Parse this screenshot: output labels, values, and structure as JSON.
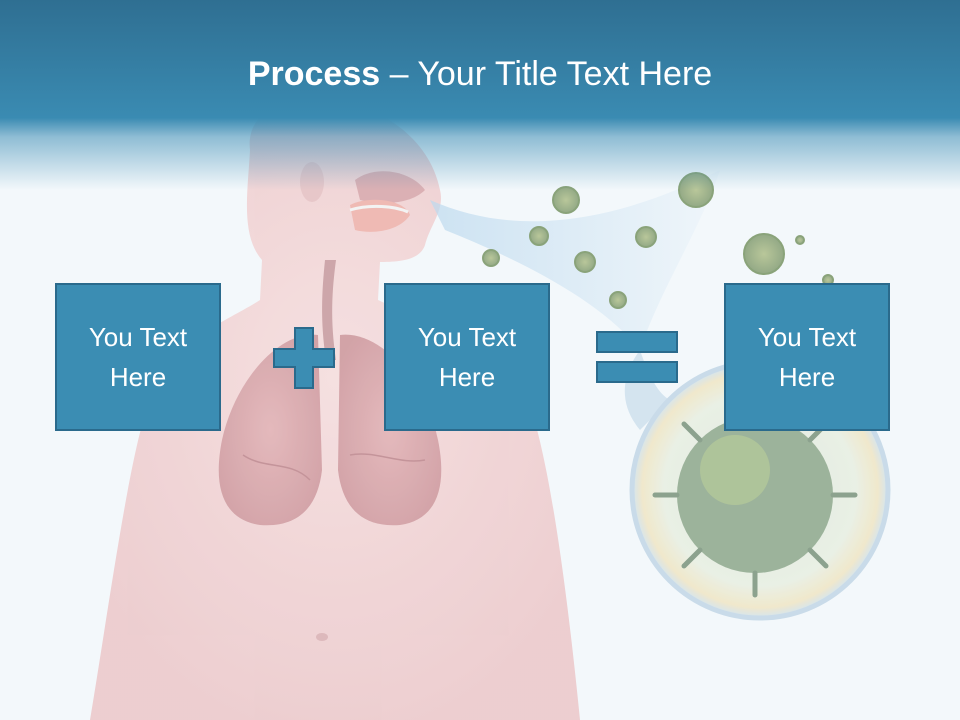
{
  "title": {
    "bold": "Process",
    "rest": " – Your Title Text Here"
  },
  "boxes": [
    {
      "text": "You Text Here"
    },
    {
      "text": "You Text Here"
    },
    {
      "text": "You Text Here"
    }
  ],
  "operators": [
    "plus",
    "equals"
  ],
  "colors": {
    "header": "#3a8bb2",
    "box_fill": "#3b8db3",
    "box_border": "#2a6a8c",
    "text": "#ffffff",
    "background": "#f3f8fb"
  },
  "illustration": "respiratory-system-virus"
}
